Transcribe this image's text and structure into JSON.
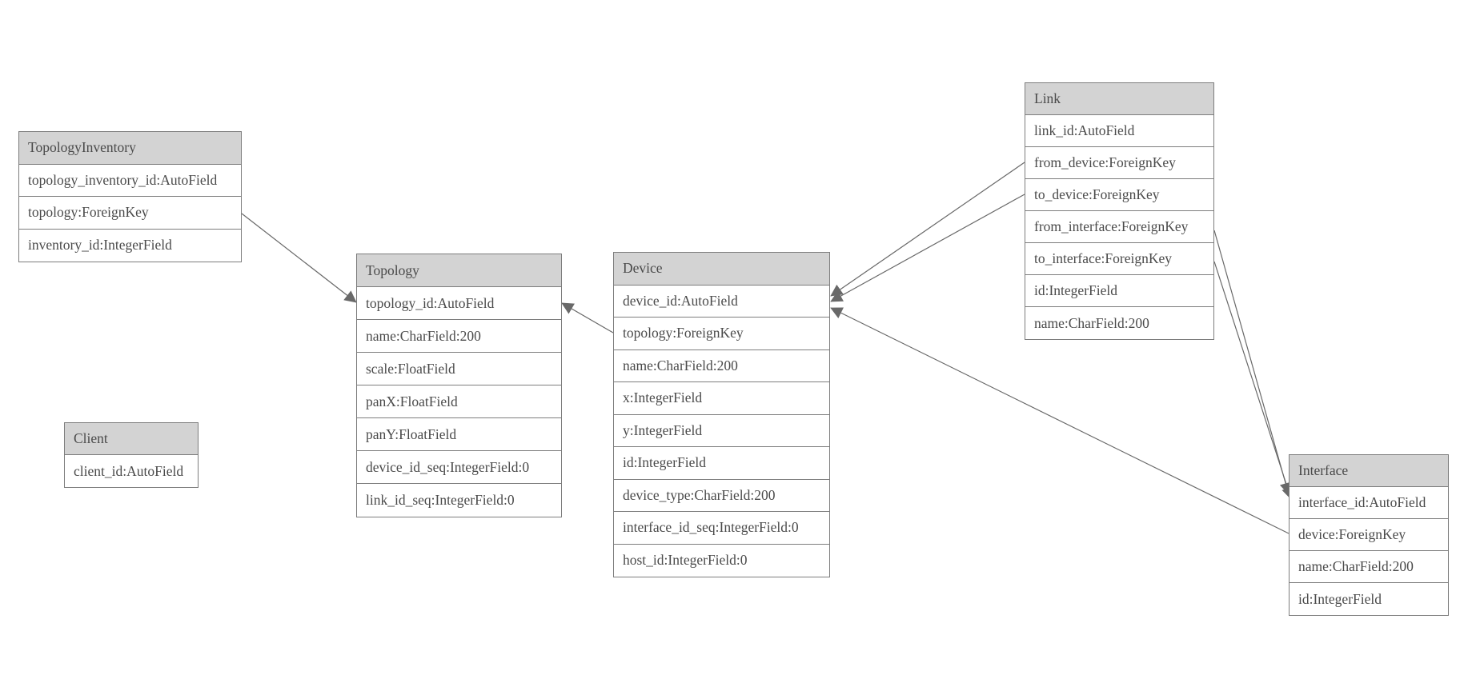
{
  "colors": {
    "canvas_bg": "#ffffff",
    "header_bg": "#d3d3d3",
    "row_bg": "#ffffff",
    "border": "#7d7d7d",
    "text": "#4a4a4a",
    "connector": "#696969"
  },
  "entities": [
    {
      "name": "TopologyInventory",
      "fields": [
        "topology_inventory_id:AutoField",
        "topology:ForeignKey",
        "inventory_id:IntegerField"
      ]
    },
    {
      "name": "Topology",
      "fields": [
        "topology_id:AutoField",
        "name:CharField:200",
        "scale:FloatField",
        "panX:FloatField",
        "panY:FloatField",
        "device_id_seq:IntegerField:0",
        "link_id_seq:IntegerField:0"
      ]
    },
    {
      "name": "Client",
      "fields": [
        "client_id:AutoField"
      ]
    },
    {
      "name": "Device",
      "fields": [
        "device_id:AutoField",
        "topology:ForeignKey",
        "name:CharField:200",
        "x:IntegerField",
        "y:IntegerField",
        "id:IntegerField",
        "device_type:CharField:200",
        "interface_id_seq:IntegerField:0",
        "host_id:IntegerField:0"
      ]
    },
    {
      "name": "Link",
      "fields": [
        "link_id:AutoField",
        "from_device:ForeignKey",
        "to_device:ForeignKey",
        "from_interface:ForeignKey",
        "to_interface:ForeignKey",
        "id:IntegerField",
        "name:CharField:200"
      ]
    },
    {
      "name": "Interface",
      "fields": [
        "interface_id:AutoField",
        "device:ForeignKey",
        "name:CharField:200",
        "id:IntegerField"
      ]
    }
  ],
  "relationships": [
    {
      "from": "TopologyInventory.topology",
      "to": "Topology.topology_id"
    },
    {
      "from": "Device.topology",
      "to": "Topology.topology_id"
    },
    {
      "from": "Link.from_device",
      "to": "Device.device_id"
    },
    {
      "from": "Link.to_device",
      "to": "Device.device_id"
    },
    {
      "from": "Interface.device",
      "to": "Device.device_id"
    },
    {
      "from": "Link.from_interface",
      "to": "Interface.interface_id"
    },
    {
      "from": "Link.to_interface",
      "to": "Interface.interface_id"
    }
  ]
}
